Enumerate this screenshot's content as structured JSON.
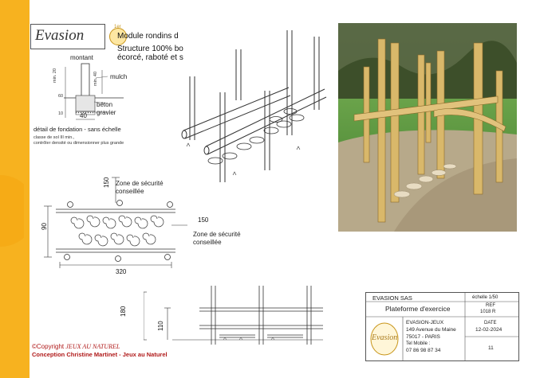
{
  "header": {
    "title_line1": "Module rondins d",
    "title_line2": "Structure 100% bo",
    "title_line3": "écorcé, raboté et s"
  },
  "logo": {
    "brand": "Evasion",
    "badge": "1er"
  },
  "foundation": {
    "montant": "montant",
    "mulch": "mulch",
    "beton": "béton",
    "gravier": "gravier",
    "dim_20": "min. 20",
    "dim_40_right": "min. 40",
    "dim_60": "60",
    "dim_10": "10",
    "dim_40_bottom": "40",
    "caption": "détail de fondation - sans échelle",
    "note1": "classe de sol III min.,",
    "note2": "contrôler densité ou dimensionner plus grande"
  },
  "plan": {
    "zone_top_line1": "Zone de sécurité",
    "zone_top_line2": "conseillée",
    "dim_150_vert": "150",
    "dim_90": "90",
    "dim_150_horiz": "150",
    "zone_right_line1": "Zone de sécurité",
    "zone_right_line2": "conseillée",
    "dim_320": "320"
  },
  "elevation": {
    "dim_180": "180",
    "dim_110": "110"
  },
  "credits": {
    "copyright_prefix": "©Copyright",
    "copyright_brand": "JEUX AU NATUREL",
    "conception": "Conception Christine Martinet - Jeux au Naturel"
  },
  "title_block": {
    "company": "EVASION SAS",
    "scale": "échelle 1/50",
    "product": "Plateforme d'exercice",
    "ref_label": "REF",
    "ref_value": "1018 R",
    "logo_text": "Evasion",
    "addr_name": "EVASION-JEUX",
    "addr_street": "149 Avenue du Maine",
    "addr_city": "75017 - PARIS",
    "addr_tel_label": "Tel Mobile :",
    "addr_tel": "07 86 98 87 34",
    "date_label": "DATE",
    "date_value": "12-02-2024",
    "page": "11"
  },
  "colors": {
    "band": "#f7b21f",
    "credit": "#b01919",
    "wood": "#c49a52"
  }
}
